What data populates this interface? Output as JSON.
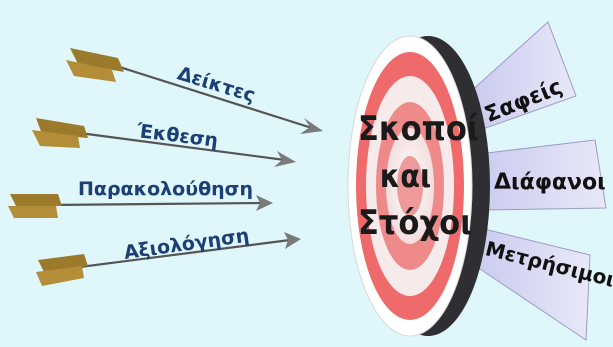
{
  "arrows": [
    {
      "label": "Δείκτες"
    },
    {
      "label": "Έκθεση"
    },
    {
      "label": "Παρακολούθηση"
    },
    {
      "label": "Αξιολόγηση"
    }
  ],
  "target": {
    "line1": "Σκοποί",
    "line2": "και",
    "line3": "Στόχοι"
  },
  "banners": [
    {
      "label": "Σαφείς"
    },
    {
      "label": "Διάφανοι"
    },
    {
      "label": "Μετρήσιμοι"
    }
  ],
  "colors": {
    "background": "#dff6fb",
    "label_text": "#1c3f74",
    "target_red": "#ef6b6b",
    "banner_fill": "#d9d9f2",
    "fletching": "#9c7a2c"
  }
}
